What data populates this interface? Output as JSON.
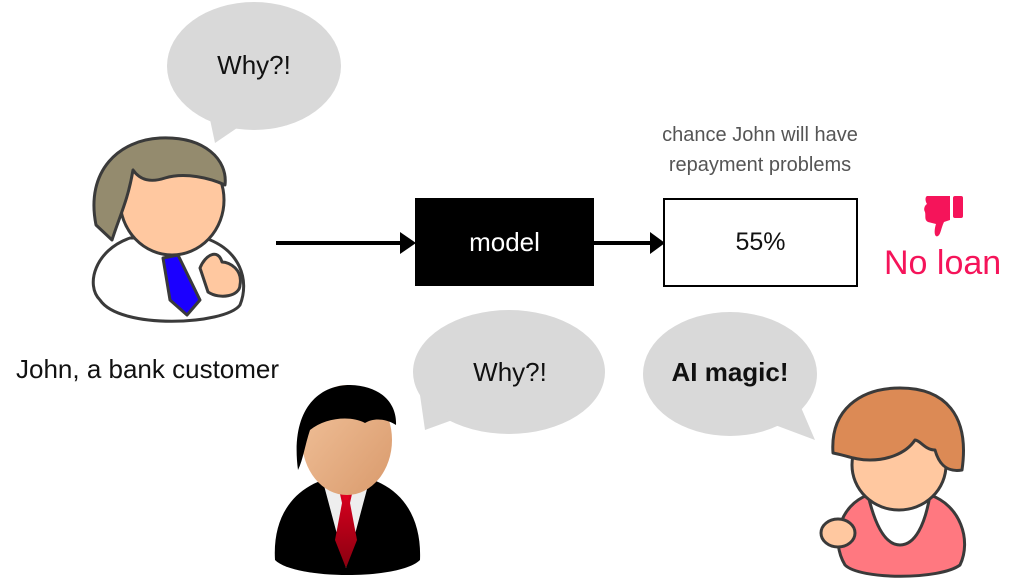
{
  "diagram": {
    "customer": {
      "label": "John, a bank customer",
      "speech": "Why?!",
      "colors": {
        "hair": "#948b6e",
        "skin": "#ffc8a0",
        "tie": "#1b00ff",
        "shirt": "#ffffff"
      }
    },
    "model": {
      "label": "model"
    },
    "output": {
      "caption_line1": "chance John will have",
      "caption_line2": "repayment problems",
      "value": "55%"
    },
    "decision": {
      "label": "No loan",
      "icon": "thumbs-down-icon",
      "color": "#f5145a"
    },
    "banker": {
      "speech": "Why?!",
      "colors": {
        "suit": "#000000",
        "tie": "#c0001a",
        "skin": "#e8ad84"
      }
    },
    "data_scientist": {
      "speech": "AI magic!",
      "colors": {
        "hair": "#dc8a55",
        "skin": "#ffc8a0",
        "shirt": "#ff7880"
      }
    },
    "bubble_color": "#d9d9d9"
  }
}
